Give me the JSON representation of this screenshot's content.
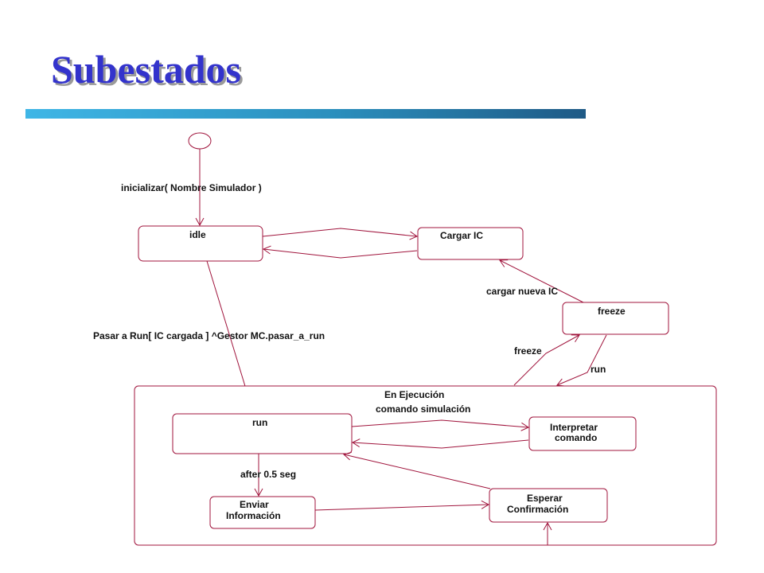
{
  "slide": {
    "title": "Subestados"
  },
  "states": {
    "idle": "idle",
    "cargar_ic": "Cargar IC",
    "freeze": "freeze",
    "en_ejecucion": "En Ejecución",
    "run": "run",
    "interpretar_line1": "Interpretar",
    "interpretar_line2": "comando",
    "esperar_line1": "Esperar",
    "esperar_line2": "Confirmación",
    "enviar_line1": "Enviar",
    "enviar_line2": "Información"
  },
  "transitions": {
    "inicializar": "inicializar( Nombre Simulador )",
    "cargar_nueva_ic": "cargar nueva IC",
    "pasar_a_run": "Pasar a Run[ IC cargada ] ^Gestor MC.pasar_a_run",
    "freeze": "freeze",
    "run": "run",
    "comando_simulacion": "comando simulación",
    "after": "after 0.5 seg"
  },
  "colors": {
    "title": "#3333cc",
    "edge": "#a0143c"
  }
}
